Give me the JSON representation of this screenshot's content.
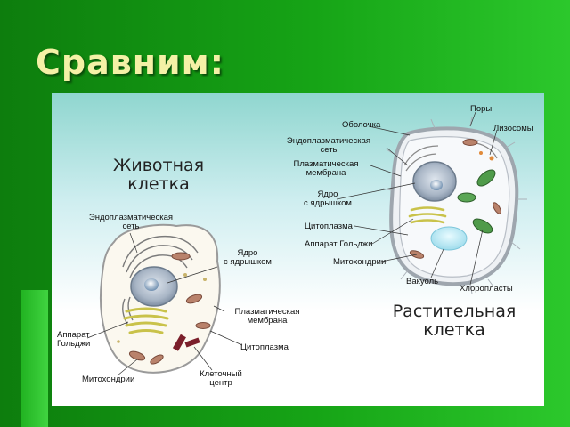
{
  "title": "Сравним:",
  "animal": {
    "heading_line1": "Животная",
    "heading_line2": "клетка",
    "labels": {
      "er": "Эндоплазматическая\nсеть",
      "nucleus": "Ядро\nс ядрышком",
      "golgi": "Аппарат\nГольджи",
      "membrane": "Плазматическая\nмембрана",
      "cytoplasm": "Цитоплазма",
      "mitochondria": "Митохондрии",
      "cell_center": "Клеточный\nцентр"
    }
  },
  "plant": {
    "heading_line1": "Растительная",
    "heading_line2": "клетка",
    "labels": {
      "pores": "Поры",
      "wall": "Оболочка",
      "lysosomes": "Лизосомы",
      "er": "Эндоплазматическая\nсеть",
      "membrane": "Плазматическая\nмембрана",
      "nucleus": "Ядро\nс ядрышком",
      "cytoplasm": "Цитоплазма",
      "golgi": "Аппарат Гольджи",
      "mitochondria": "Митохондрии",
      "vacuole": "Вакуоль",
      "chloroplasts": "Хлоропласты"
    }
  }
}
